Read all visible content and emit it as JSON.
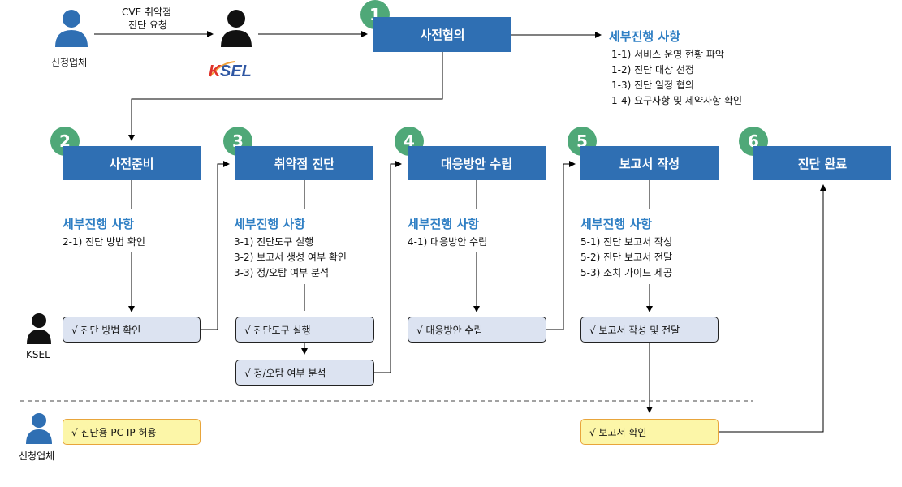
{
  "actors": {
    "client_top": "신청업체",
    "ksel_logo": "KSEL",
    "ksel_side": "KSEL",
    "client_bottom": "신청업체"
  },
  "request_label": [
    "CVE 취약점",
    "진단 요청"
  ],
  "stages": [
    {
      "num": "1",
      "title": "사전협의"
    },
    {
      "num": "2",
      "title": "사전준비"
    },
    {
      "num": "3",
      "title": "취약점 진단"
    },
    {
      "num": "4",
      "title": "대응방안 수립"
    },
    {
      "num": "5",
      "title": "보고서 작성"
    },
    {
      "num": "6",
      "title": "진단 완료"
    }
  ],
  "details": {
    "heading": "세부진행 사항",
    "s1": [
      "1-1) 서비스 운영 현황 파악",
      "1-2) 진단 대상 선정",
      "1-3) 진단 일정 협의",
      "1-4) 요구사항 및 제약사항 확인"
    ],
    "s2": [
      "2-1) 진단 방법 확인"
    ],
    "s3": [
      "3-1) 진단도구 실행",
      "3-2) 보고서 생성 여부 확인",
      "3-3) 정/오탐 여부 분석"
    ],
    "s4": [
      "4-1) 대응방안 수립"
    ],
    "s5": [
      "5-1) 진단 보고서 작성",
      "5-2) 진단 보고서 전달",
      "5-3) 조치 가이드 제공"
    ]
  },
  "tasks": {
    "t2": "√ 진단 방법 확인",
    "t3a": "√ 진단도구 실행",
    "t3b": "√ 정/오탐 여부 분석",
    "t4": "√ 대응방안 수립",
    "t5": "√ 보고서 작성 및 전달",
    "c1": "√ 진단용 PC IP 허용",
    "c5": "√ 보고서 확인"
  },
  "colors": {
    "stage": "#2f6fb3",
    "number": "#4fa878",
    "heading": "#2f7fc4",
    "task": "#dce3f1",
    "client_task": "#fcf6a8"
  }
}
